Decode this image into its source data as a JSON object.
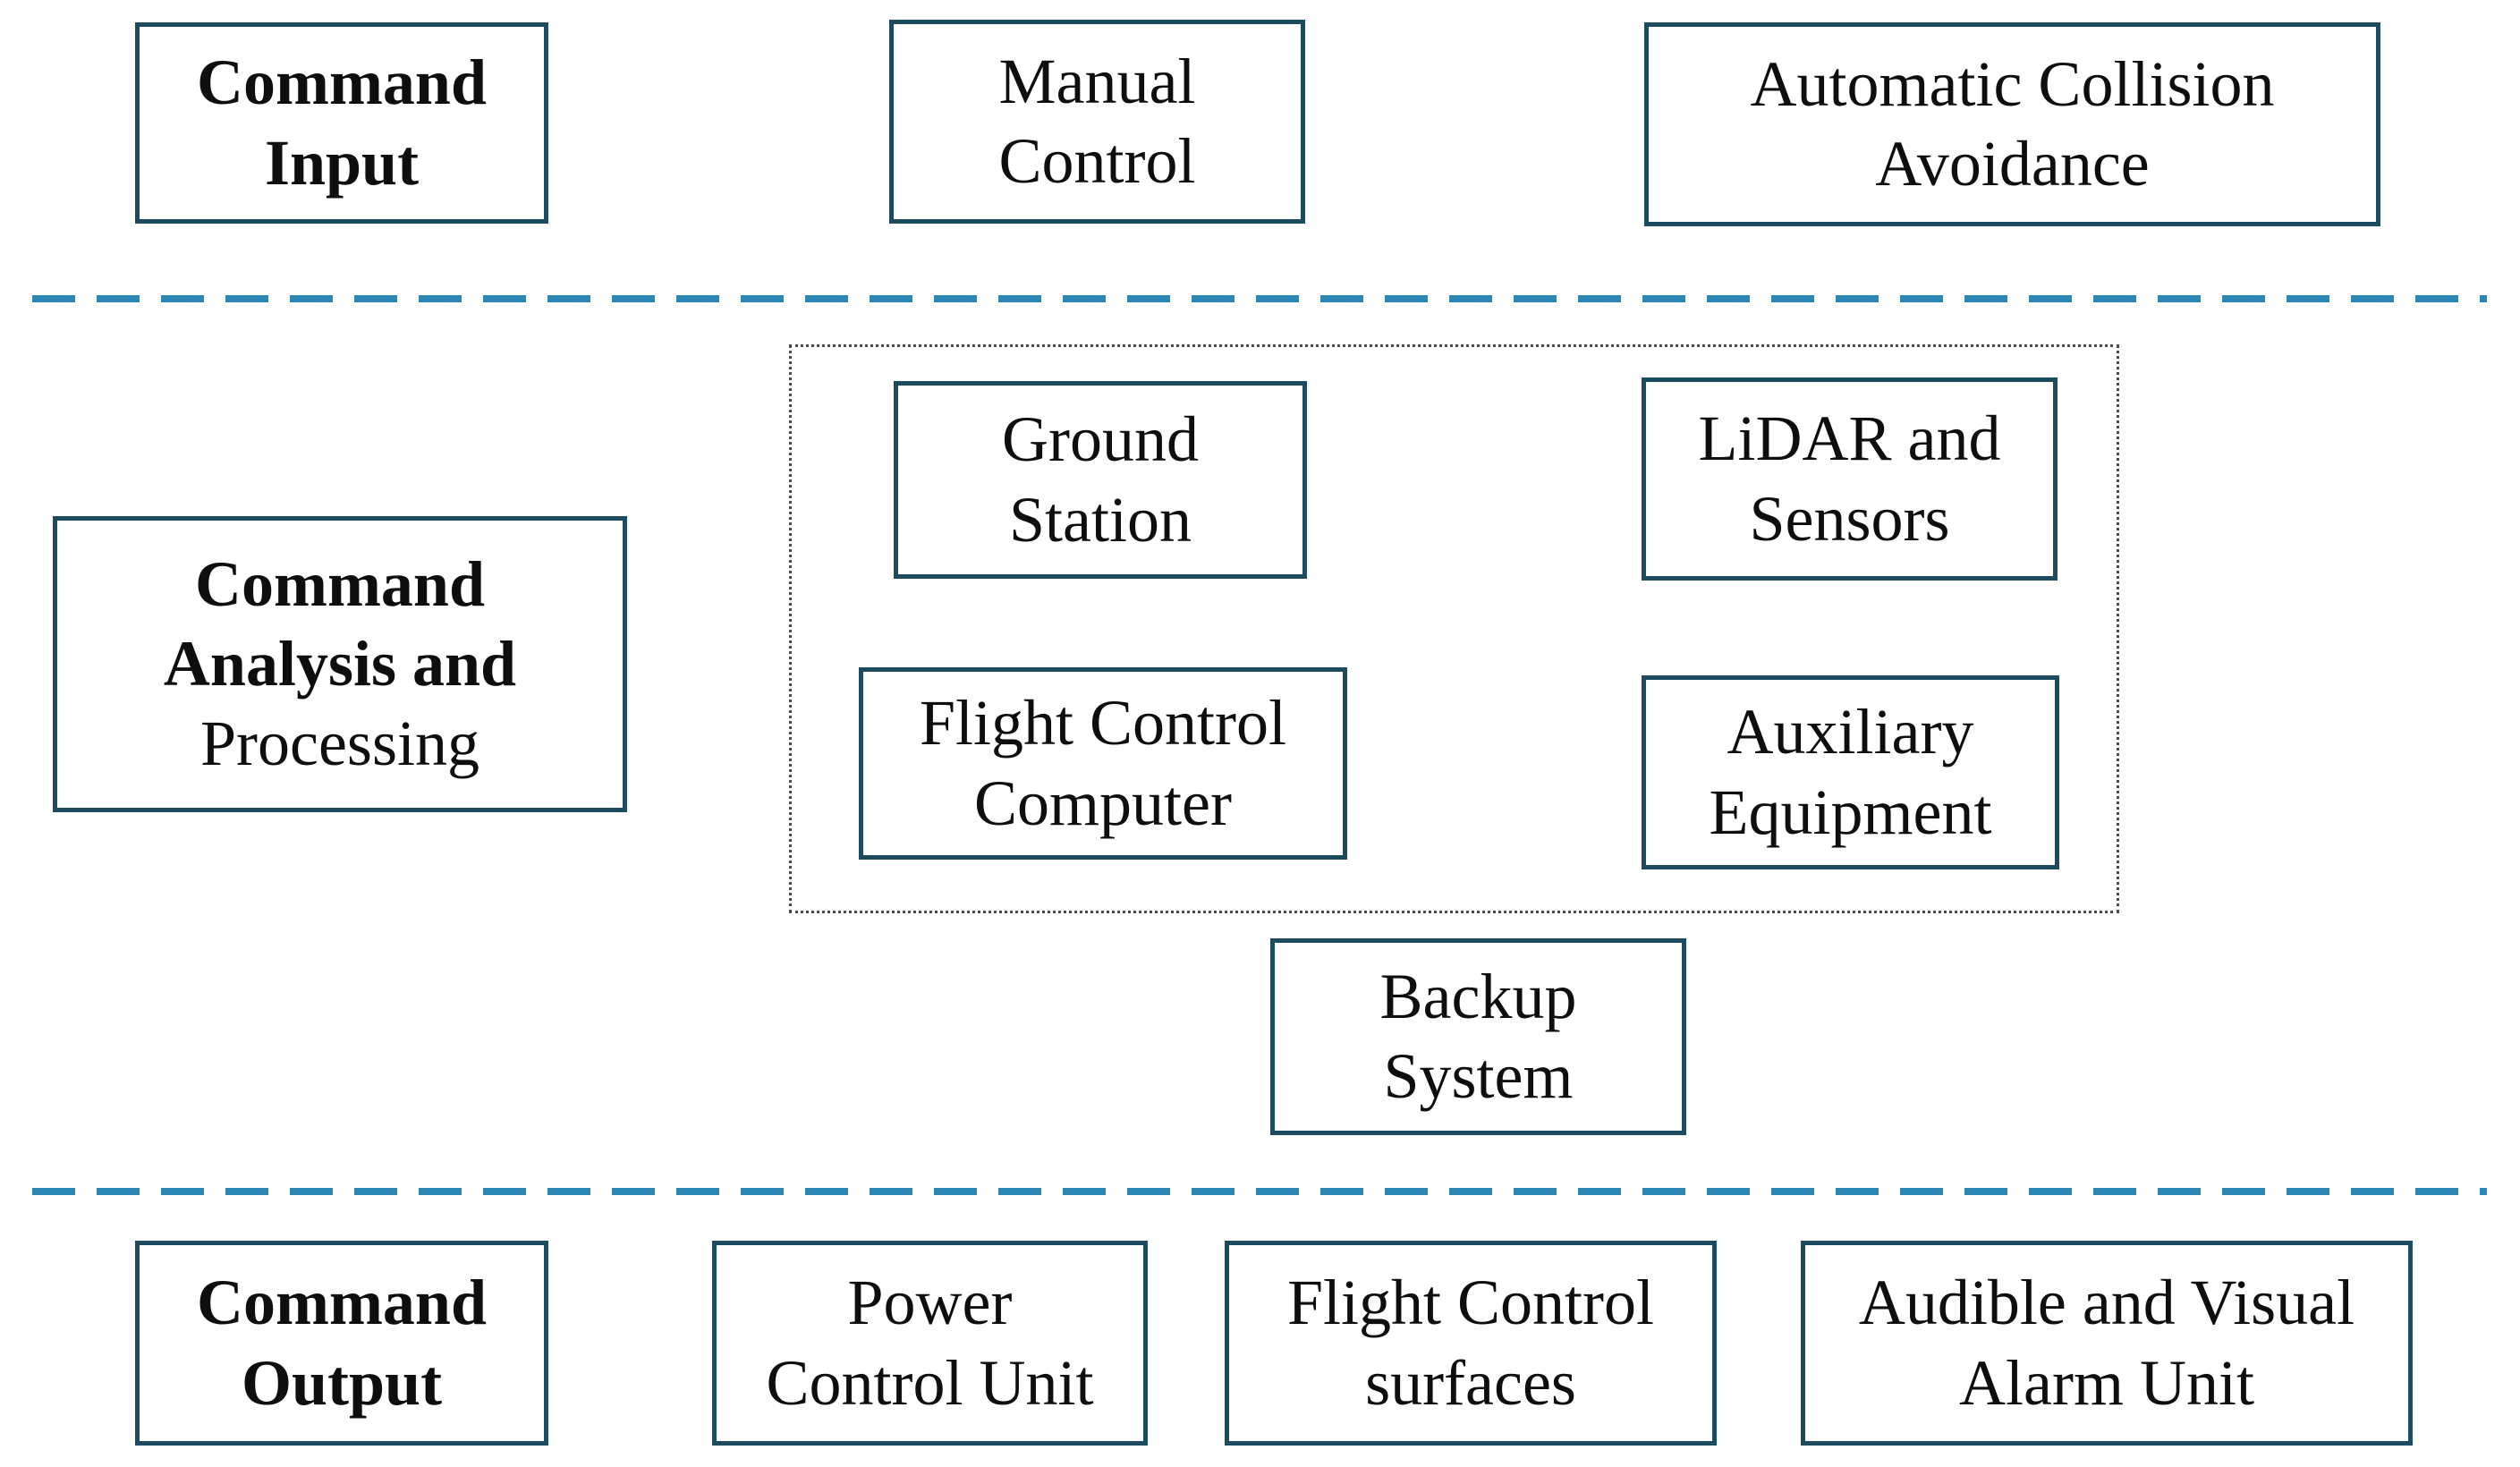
{
  "diagram": {
    "colors": {
      "box_border": "#1c4a5e",
      "dashed_line": "#2d87b5",
      "dotted_border": "#4a4a4a",
      "text": "#0e0e0e",
      "background": "#ffffff"
    },
    "input_stage": {
      "label": {
        "lines": [
          "Command",
          "Input"
        ]
      },
      "manual_control": {
        "lines": [
          "Manual",
          "Control"
        ]
      },
      "collision_avoidance": {
        "lines": [
          "Automatic Collision",
          "Avoidance"
        ]
      }
    },
    "processing_stage": {
      "label": {
        "lines": [
          "Command",
          "Analysis and",
          "Processing"
        ]
      },
      "ground_station": {
        "lines": [
          "Ground",
          "Station"
        ]
      },
      "lidar_sensors": {
        "lines": [
          "LiDAR and",
          "Sensors"
        ]
      },
      "flight_control_computer": {
        "lines": [
          "Flight Control",
          "Computer"
        ]
      },
      "auxiliary_equipment": {
        "lines": [
          "Auxiliary",
          "Equipment"
        ]
      },
      "backup_system": {
        "lines": [
          "Backup",
          "System"
        ]
      }
    },
    "output_stage": {
      "label": {
        "lines": [
          "Command",
          "Output"
        ]
      },
      "power_control_unit": {
        "lines": [
          "Power",
          "Control Unit"
        ]
      },
      "flight_control_surfaces": {
        "lines": [
          "Flight Control",
          "surfaces"
        ]
      },
      "alarm_unit": {
        "lines": [
          "Audible and Visual",
          "Alarm Unit"
        ]
      }
    }
  }
}
